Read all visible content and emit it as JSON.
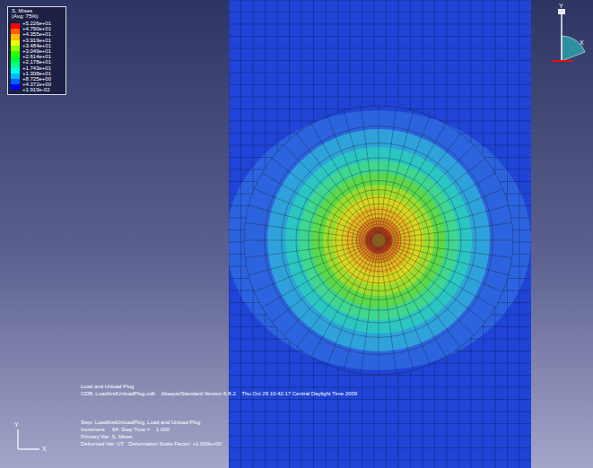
{
  "diagram": {
    "labels": [
      "S, Mises",
      "(Avg: 75%)",
      "+1.919e-02",
      "Load and Unload Plug",
      "ODB: LoadAndUnloadPlug.odb    Abaqus/Standard Version 6.8-2    Thu Oct 29 10:42:17 Central Daylight Time 2009",
      "Step: LoadAndUnloadPlug, Load and Unload Plug",
      "Increment     64: Step Time =    1.000",
      "Primary Var: S, Mises",
      "Deformed Var: UT   Deformation Scale Factor: +1.000e+00",
      "Y",
      "X",
      "Y",
      "X"
    ],
    "legend": [
      {
        "text": "+5.226e+01",
        "color": "#ff0000"
      },
      {
        "text": "+4.790e+01",
        "color": "#ff5d00"
      },
      {
        "text": "+4.355e+01",
        "color": "#ffb900"
      },
      {
        "text": "+3.919e+01",
        "color": "#e8ff00"
      },
      {
        "text": "+3.484e+01",
        "color": "#8bff00"
      },
      {
        "text": "+3.049e+01",
        "color": "#2eff00"
      },
      {
        "text": "+2.614e+01",
        "color": "#00ff2e"
      },
      {
        "text": "+2.178e+01",
        "color": "#00ff8b"
      },
      {
        "text": "+1.743e+01",
        "color": "#00ffe8"
      },
      {
        "text": "+1.308e+01",
        "color": "#00b9ff"
      },
      {
        "text": "+8.725e+00",
        "color": "#005dff"
      },
      {
        "text": "+4.372e+00",
        "color": "#0000ff"
      }
    ]
  }
}
